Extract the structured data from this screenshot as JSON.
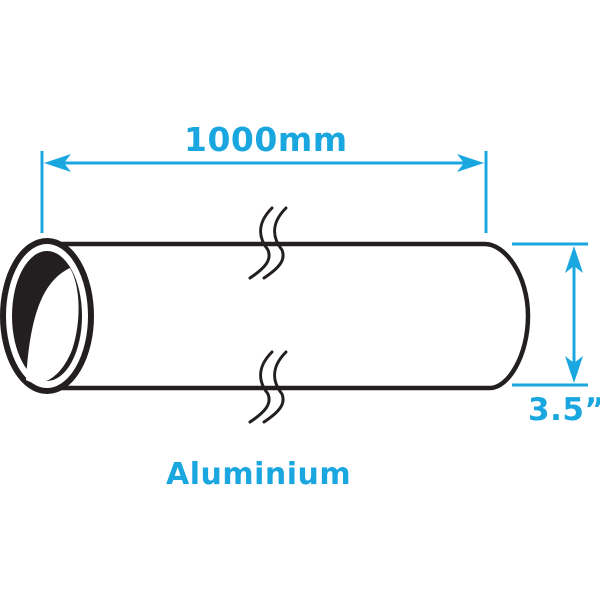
{
  "diagram": {
    "subject": "tube",
    "length_label": "1000mm",
    "diameter_label": "3.5”",
    "material_label": "Aluminium",
    "colors": {
      "dimension": "#1aa7e0",
      "outline": "#231f20",
      "background": "#ffffff"
    },
    "icons": [
      "break-symbol-top",
      "break-symbol-bottom",
      "arrow-left",
      "arrow-right",
      "arrow-up",
      "arrow-down"
    ]
  }
}
